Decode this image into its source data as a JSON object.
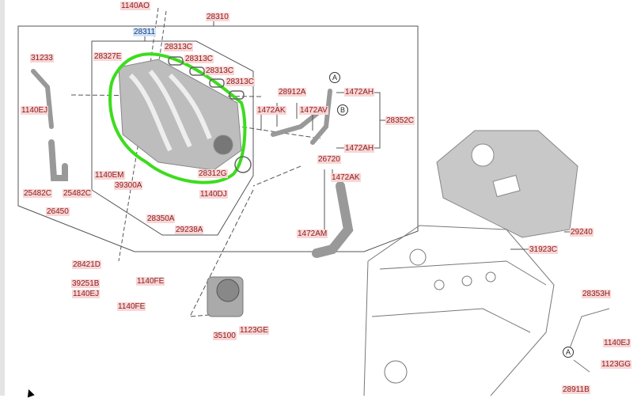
{
  "title": "Intake manifold parts diagram",
  "highlight_color": "#3ddc1e",
  "labels": {
    "l1140AO": "1140AO",
    "l28310": "28310",
    "l28311": "28311",
    "l31233": "31233",
    "l28327E": "28327E",
    "l28313C_1": "28313C",
    "l28313C_2": "28313C",
    "l28313C_3": "28313C",
    "l28313C_4": "28313C",
    "l1140EJ_1": "1140EJ",
    "l1140EM": "1140EM",
    "l39300A": "39300A",
    "l28312G": "28312G",
    "l1140DJ": "1140DJ",
    "l25482C_1": "25482C",
    "l25482C_2": "25482C",
    "l26450": "26450",
    "l28350A": "28350A",
    "l29238A": "29238A",
    "l28912A": "28912A",
    "l1472AK_1": "1472AK",
    "l1472AV": "1472AV",
    "l1472AH_1": "1472AH",
    "l1472AH_2": "1472AH",
    "l28352C": "28352C",
    "l26720": "26720",
    "l1472AK_2": "1472AK",
    "l1472AM": "1472AM",
    "l28421D": "28421D",
    "l39251B": "39251B",
    "l1140FE_1": "1140FE",
    "l1140EJ_2": "1140EJ",
    "l1140FE_2": "1140FE",
    "l35100": "35100",
    "l1123GE": "1123GE",
    "l29240": "29240",
    "l31923C": "31923C",
    "l28353H": "28353H",
    "l1140EJ_3": "1140EJ",
    "l1123GG": "1123GG",
    "l28911B": "28911B"
  },
  "callouts": {
    "a1": "A",
    "b1": "B",
    "a2": "A"
  }
}
